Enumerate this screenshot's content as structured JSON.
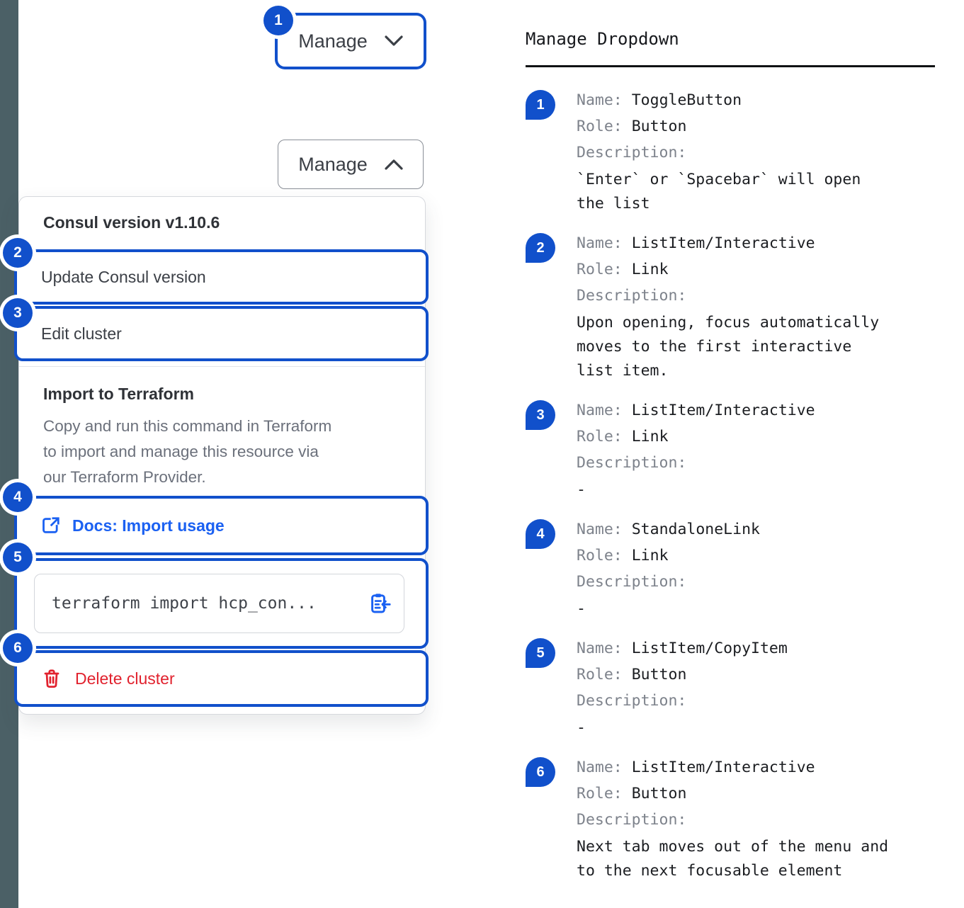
{
  "colors": {
    "accent_blue": "#1150cb",
    "link_blue": "#1b61f2",
    "danger_red": "#e1222e",
    "left_rail": "#4b6066"
  },
  "toggle": {
    "collapsed_label": "Manage",
    "expanded_label": "Manage"
  },
  "dropdown": {
    "version_label": "Consul version v1.10.6",
    "update_item": "Update Consul version",
    "edit_item": "Edit cluster",
    "import_section": {
      "title": "Import to Terraform",
      "description": "Copy and run this command in Terraform\nto import and manage this resource via\nour Terraform Provider.",
      "docs_link_label": "Docs: Import usage",
      "command_text": "terraform import hcp_con..."
    },
    "delete_item": "Delete cluster"
  },
  "annotation": {
    "badges": [
      "1",
      "2",
      "3",
      "4",
      "5",
      "6"
    ]
  },
  "spec": {
    "title": "Manage Dropdown",
    "name_label": "Name:",
    "role_label": "Role:",
    "description_label": "Description:",
    "items": [
      {
        "num": "1",
        "name": "ToggleButton",
        "role": "Button",
        "description": "`Enter` or `Spacebar` will open\nthe list"
      },
      {
        "num": "2",
        "name": "ListItem/Interactive",
        "role": "Link",
        "description": "Upon opening, focus automatically\nmoves to the first interactive\nlist item."
      },
      {
        "num": "3",
        "name": "ListItem/Interactive",
        "role": "Link",
        "description": "-"
      },
      {
        "num": "4",
        "name": "StandaloneLink",
        "role": "Link",
        "description": "-"
      },
      {
        "num": "5",
        "name": "ListItem/CopyItem",
        "role": "Button",
        "description": "-"
      },
      {
        "num": "6",
        "name": "ListItem/Interactive",
        "role": "Button",
        "description": "Next tab moves out of the menu and\nto the next focusable element"
      }
    ]
  }
}
